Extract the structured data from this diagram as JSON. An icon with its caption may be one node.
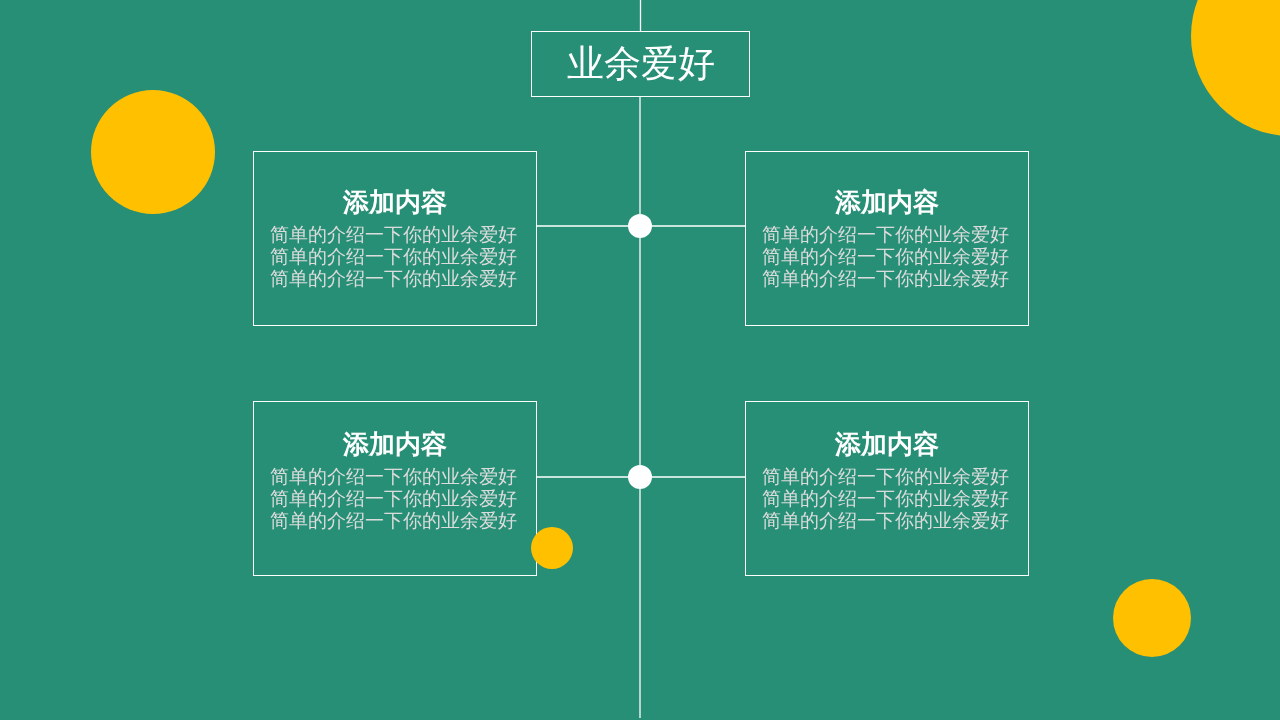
{
  "diagram": {
    "nodes": [
      {
        "text": [
          "业余爱好"
        ]
      },
      {
        "text": [
          "添加内容",
          "简单的介绍一下你的业余爱好简单的介绍一下你的业余爱好简单的介绍一下你的业余爱好"
        ]
      },
      {
        "text": [],
        "shape": "circle"
      },
      {
        "text": [
          "添加内容",
          "简单的介绍一下你的业余爱好简单的介绍一下你的业余爱好简单的介绍一下你的业余爱好"
        ]
      },
      {
        "text": [
          "添加内容",
          "简单的介绍一下你的业余爱好简单的介绍一下你的业余爱好简单的介绍一下你的业余爱好"
        ]
      },
      {
        "text": [],
        "shape": "circle"
      },
      {
        "text": [
          "添加内容",
          "简单的介绍一下你的业余爱好简单的介绍一下你的业余爱好简单的介绍一下你的业余爱好"
        ]
      }
    ],
    "edges": [
      {
        "from": null,
        "to": 0,
        "arrow": "none"
      },
      {
        "from": 0,
        "to": 2,
        "arrow": "none"
      },
      {
        "from": 1,
        "to": 2,
        "arrow": "none"
      },
      {
        "from": 2,
        "to": 3,
        "arrow": "none"
      },
      {
        "from": 2,
        "to": 5,
        "arrow": "none"
      },
      {
        "from": 4,
        "to": 5,
        "arrow": "none"
      },
      {
        "from": 5,
        "to": 6,
        "arrow": "none"
      },
      {
        "from": 5,
        "to": null,
        "arrow": "none"
      }
    ]
  }
}
